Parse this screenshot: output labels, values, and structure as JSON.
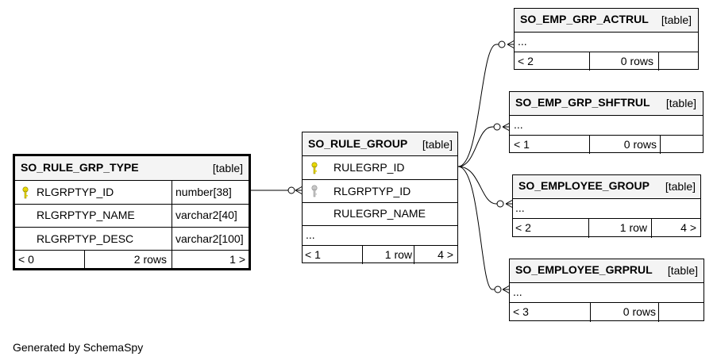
{
  "tables": {
    "so_rule_grp_type": {
      "name": "SO_RULE_GRP_TYPE",
      "tag": "[table]",
      "columns": [
        {
          "name": "RLGRPTYP_ID",
          "type": "number[38]",
          "key": "primary"
        },
        {
          "name": "RLGRPTYP_NAME",
          "type": "varchar2[40]"
        },
        {
          "name": "RLGRPTYP_DESC",
          "type": "varchar2[100]"
        }
      ],
      "parents": "< 0",
      "rows": "2 rows",
      "children": "1 >"
    },
    "so_rule_group": {
      "name": "SO_RULE_GROUP",
      "tag": "[table]",
      "columns": [
        {
          "name": "RULEGRP_ID",
          "key": "primary"
        },
        {
          "name": "RLGRPTYP_ID",
          "key": "foreign"
        },
        {
          "name": "RULEGRP_NAME"
        }
      ],
      "ellipsis": "...",
      "parents": "< 1",
      "rows": "1 row",
      "children": "4 >"
    },
    "so_emp_grp_actrul": {
      "name": "SO_EMP_GRP_ACTRUL",
      "tag": "[table]",
      "ellipsis": "...",
      "parents": "< 2",
      "rows": "0 rows",
      "children": ""
    },
    "so_emp_grp_shftrul": {
      "name": "SO_EMP_GRP_SHFTRUL",
      "tag": "[table]",
      "ellipsis": "...",
      "parents": "< 1",
      "rows": "0 rows",
      "children": ""
    },
    "so_employee_group": {
      "name": "SO_EMPLOYEE_GROUP",
      "tag": "[table]",
      "ellipsis": "...",
      "parents": "< 2",
      "rows": "1 row",
      "children": "4 >"
    },
    "so_employee_grprul": {
      "name": "SO_EMPLOYEE_GRPRUL",
      "tag": "[table]",
      "ellipsis": "...",
      "parents": "< 3",
      "rows": "0 rows",
      "children": ""
    }
  },
  "colors": {
    "header_bg": "#f4f4f4",
    "primary_key_icon": "#e8d800",
    "foreign_key_icon": "#b0b0b0"
  },
  "footer": "Generated by SchemaSpy"
}
